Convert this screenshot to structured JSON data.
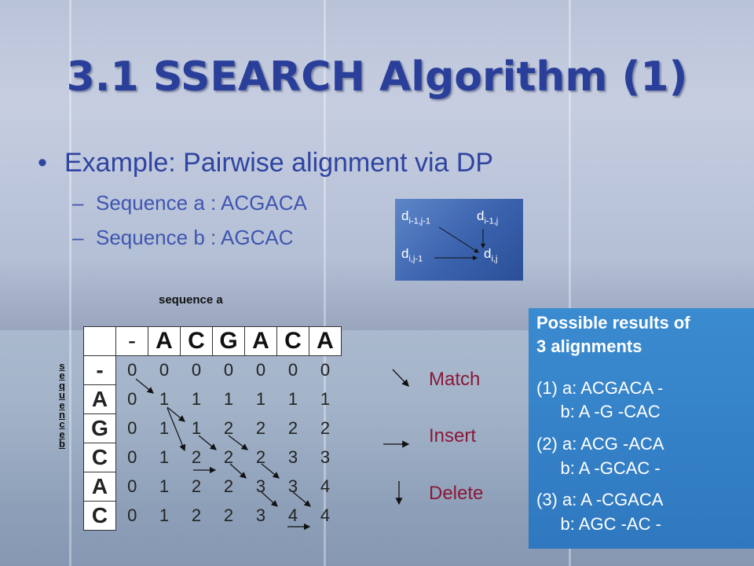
{
  "slide": {
    "title": "3.1 SSEARCH Algorithm (1)",
    "bullet": {
      "lead": "Example",
      "rest": ": Pairwise alignment via DP"
    },
    "sub_items": [
      "Sequence a : ACGACA",
      "Sequence b : AGCAC"
    ]
  },
  "dp_diagram": {
    "top_left": {
      "base": "d",
      "sub": "i-1,j-1"
    },
    "top_right": {
      "base": "d",
      "sub": "i-1,j"
    },
    "bottom_left": {
      "base": "d",
      "sub": "i,j-1"
    },
    "bottom_right": {
      "base": "d",
      "sub": "i,j"
    }
  },
  "matrix": {
    "col_axis_label": "sequence a",
    "row_axis_label": "sequence b",
    "col_headers": [
      "-",
      "A",
      "C",
      "G",
      "A",
      "C",
      "A"
    ],
    "row_headers": [
      "-",
      "A",
      "G",
      "C",
      "A",
      "C"
    ],
    "rows": [
      [
        "0",
        "0",
        "0",
        "0",
        "0",
        "0",
        "0"
      ],
      [
        "0",
        "1",
        "1",
        "1",
        "1",
        "1",
        "1"
      ],
      [
        "0",
        "1",
        "1",
        "2",
        "2",
        "2",
        "2"
      ],
      [
        "0",
        "1",
        "2",
        "2",
        "2",
        "3",
        "3"
      ],
      [
        "0",
        "1",
        "2",
        "2",
        "3",
        "3",
        "4"
      ],
      [
        "0",
        "1",
        "2",
        "2",
        "3",
        "4",
        "4"
      ]
    ]
  },
  "legend": {
    "match": "Match",
    "insert": "Insert",
    "delete": "Delete"
  },
  "results": {
    "title_line1": "Possible results of",
    "title_line2": "3 alignments",
    "lines": [
      "(1) a: ACGACA -",
      "     b: A -G -CAC",
      "(2) a: ACG -ACA",
      "     b: A -GCAC -",
      "(3) a: A -CGACA",
      "     b: AGC -AC -"
    ]
  },
  "colors": {
    "title": "#2a3f9a",
    "bullet": "#2f44a0",
    "legend": "#8a1838",
    "results_bg": "#3b8bd0"
  }
}
